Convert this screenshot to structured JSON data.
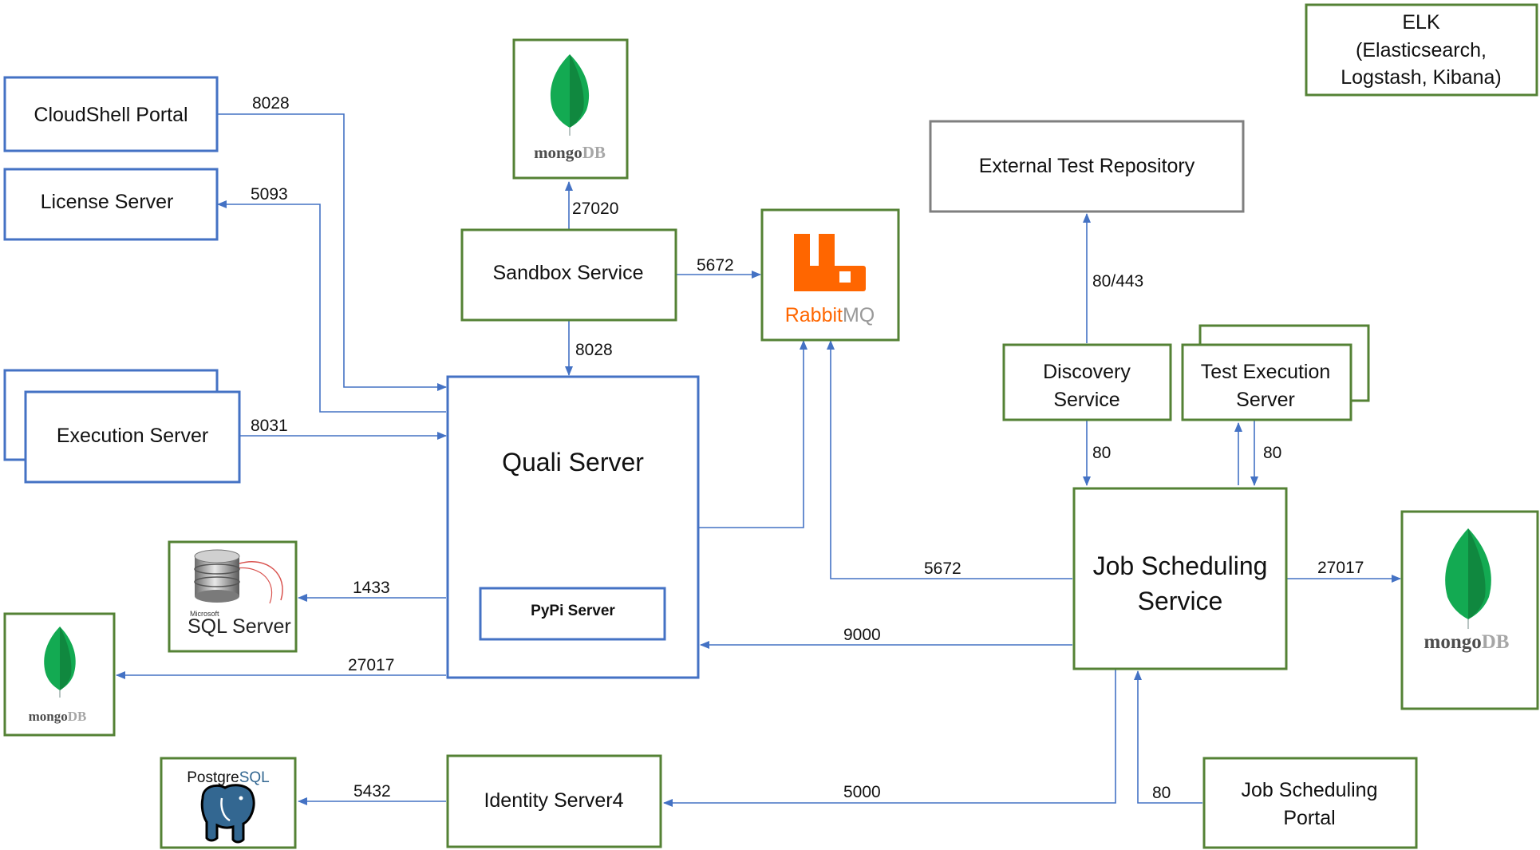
{
  "nodes": {
    "cloudshell_portal": "CloudShell Portal",
    "license_server": "License Server",
    "execution_server": "Execution Server",
    "sandbox_service": "Sandbox Service",
    "quali_server": "Quali Server",
    "pypi_server": "PyPi Server",
    "rabbitmq": {
      "rabbit": "Rabbit",
      "mq": "MQ"
    },
    "external_test_repository": "External Test Repository",
    "discovery_service": [
      "Discovery",
      "Service"
    ],
    "test_execution_server": [
      "Test Execution",
      "Server"
    ],
    "job_scheduling_service": [
      "Job Scheduling",
      "Service"
    ],
    "job_scheduling_portal": [
      "Job Scheduling",
      "Portal"
    ],
    "identity_server": "Identity Server4",
    "elk": [
      "ELK",
      "(Elasticsearch,",
      "Logstash, Kibana)"
    ],
    "mongodb": {
      "mongo": "mongo",
      "db": "DB"
    },
    "sql_server": {
      "vendor": "Microsoft",
      "name": "SQL Server"
    },
    "postgresql": {
      "postgre": "Postgre",
      "sql": "SQL"
    }
  },
  "ports": {
    "cloudshell_to_quali": "8028",
    "quali_to_license": "5093",
    "execution_to_quali": "8031",
    "sandbox_to_mongo": "27020",
    "sandbox_to_rabbit": "5672",
    "sandbox_to_quali": "8028",
    "quali_to_sql": "1433",
    "quali_to_mongo": "27017",
    "identity_to_postgres": "5432",
    "discovery_to_repo": "80/443",
    "discovery_to_jobs": "80",
    "jobs_to_testexec": "80",
    "jobs_to_rabbit": "5672",
    "jobs_to_mongo": "27017",
    "jobs_to_quali": "9000",
    "jobs_to_identity": "5000",
    "portal_to_jobs": "80"
  },
  "colors": {
    "blue_border": "#4472C4",
    "green_border": "#548235",
    "gray_border": "#7F7F7F",
    "arrow": "#4472C4",
    "mongo_leaf": "#13AA52",
    "rabbit_orange": "#FF6600",
    "postgres_blue": "#336791"
  }
}
